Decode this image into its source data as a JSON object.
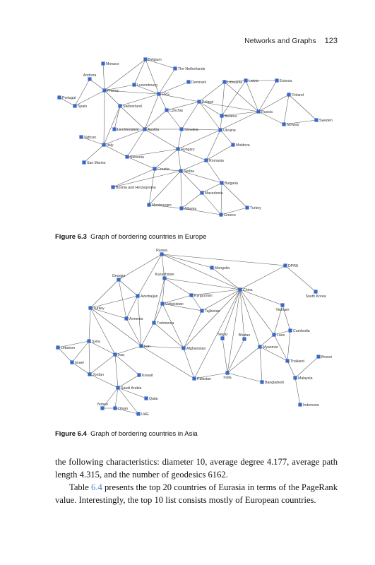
{
  "header": {
    "title": "Networks and Graphs",
    "page_number": "123"
  },
  "figures": [
    {
      "id": "fig63",
      "label": "Figure 6.3",
      "caption": "Graph of bordering countries in Europe",
      "nodes": [
        "Monaco",
        "Belgium",
        "The Netherlands",
        "Andorra",
        "Luxembourg",
        "Denmark",
        "Lithuania",
        "Latvia",
        "Estonia",
        "France",
        "Portugal",
        "FRG",
        "Finland",
        "Spain",
        "Switzerland",
        "Poland",
        "Czechia",
        "Russia",
        "Belarus",
        "Sweden",
        "Norway",
        "Liechtenstein",
        "Austria",
        "Slovakia",
        "Ukraine",
        "Vatican",
        "Italy",
        "Moldova",
        "Hungary",
        "Slovenia",
        "San Marino",
        "Romania",
        "Croatia",
        "Serbia",
        "Bosnia and Herzegovina",
        "Bulgaria",
        "Macedonia",
        "Montenegro",
        "Albania",
        "Turkey",
        "Greece"
      ],
      "edges": [
        [
          "Monaco",
          "France"
        ],
        [
          "Belgium",
          "France"
        ],
        [
          "Belgium",
          "Luxembourg"
        ],
        [
          "Belgium",
          "FRG"
        ],
        [
          "Belgium",
          "The Netherlands"
        ],
        [
          "The Netherlands",
          "FRG"
        ],
        [
          "Andorra",
          "France"
        ],
        [
          "Andorra",
          "Spain"
        ],
        [
          "Luxembourg",
          "France"
        ],
        [
          "Luxembourg",
          "FRG"
        ],
        [
          "Denmark",
          "FRG"
        ],
        [
          "France",
          "Spain"
        ],
        [
          "France",
          "Switzerland"
        ],
        [
          "France",
          "FRG"
        ],
        [
          "France",
          "Italy"
        ],
        [
          "Portugal",
          "Spain"
        ],
        [
          "FRG",
          "Switzerland"
        ],
        [
          "FRG",
          "Austria"
        ],
        [
          "FRG",
          "Czechia"
        ],
        [
          "FRG",
          "Poland"
        ],
        [
          "Switzerland",
          "Liechtenstein"
        ],
        [
          "Switzerland",
          "Austria"
        ],
        [
          "Switzerland",
          "Italy"
        ],
        [
          "Liechtenstein",
          "Austria"
        ],
        [
          "Austria",
          "Italy"
        ],
        [
          "Austria",
          "Czechia"
        ],
        [
          "Austria",
          "Slovakia"
        ],
        [
          "Austria",
          "Hungary"
        ],
        [
          "Austria",
          "Slovenia"
        ],
        [
          "Czechia",
          "Poland"
        ],
        [
          "Czechia",
          "Slovakia"
        ],
        [
          "Poland",
          "Slovakia"
        ],
        [
          "Poland",
          "Ukraine"
        ],
        [
          "Poland",
          "Belarus"
        ],
        [
          "Poland",
          "Lithuania"
        ],
        [
          "Poland",
          "Russia"
        ],
        [
          "Lithuania",
          "Latvia"
        ],
        [
          "Lithuania",
          "Belarus"
        ],
        [
          "Lithuania",
          "Russia"
        ],
        [
          "Latvia",
          "Estonia"
        ],
        [
          "Latvia",
          "Belarus"
        ],
        [
          "Latvia",
          "Russia"
        ],
        [
          "Estonia",
          "Russia"
        ],
        [
          "Finland",
          "Russia"
        ],
        [
          "Finland",
          "Norway"
        ],
        [
          "Finland",
          "Sweden"
        ],
        [
          "Norway",
          "Russia"
        ],
        [
          "Norway",
          "Sweden"
        ],
        [
          "Belarus",
          "Russia"
        ],
        [
          "Belarus",
          "Ukraine"
        ],
        [
          "Russia",
          "Ukraine"
        ],
        [
          "Slovakia",
          "Ukraine"
        ],
        [
          "Slovakia",
          "Hungary"
        ],
        [
          "Ukraine",
          "Hungary"
        ],
        [
          "Ukraine",
          "Moldova"
        ],
        [
          "Ukraine",
          "Romania"
        ],
        [
          "Moldova",
          "Romania"
        ],
        [
          "Vatican",
          "Italy"
        ],
        [
          "Italy",
          "San Marino"
        ],
        [
          "Italy",
          "Slovenia"
        ],
        [
          "Slovenia",
          "Hungary"
        ],
        [
          "Slovenia",
          "Croatia"
        ],
        [
          "Hungary",
          "Croatia"
        ],
        [
          "Hungary",
          "Serbia"
        ],
        [
          "Hungary",
          "Romania"
        ],
        [
          "Romania",
          "Serbia"
        ],
        [
          "Romania",
          "Bulgaria"
        ],
        [
          "Croatia",
          "Serbia"
        ],
        [
          "Croatia",
          "Bosnia and Herzegovina"
        ],
        [
          "Croatia",
          "Montenegro"
        ],
        [
          "Serbia",
          "Bosnia and Herzegovina"
        ],
        [
          "Serbia",
          "Montenegro"
        ],
        [
          "Serbia",
          "Albania"
        ],
        [
          "Serbia",
          "Macedonia"
        ],
        [
          "Serbia",
          "Bulgaria"
        ],
        [
          "Bulgaria",
          "Macedonia"
        ],
        [
          "Bulgaria",
          "Turkey"
        ],
        [
          "Bulgaria",
          "Greece"
        ],
        [
          "Macedonia",
          "Albania"
        ],
        [
          "Macedonia",
          "Greece"
        ],
        [
          "Montenegro",
          "Albania"
        ],
        [
          "Albania",
          "Greece"
        ],
        [
          "Greece",
          "Turkey"
        ]
      ]
    },
    {
      "id": "fig64",
      "label": "Figure 6.4",
      "caption": "Graph of bordering countries in Asia",
      "nodes": [
        "Russia",
        "Kazakhstan",
        "Mongolia",
        "DPRK",
        "Georgia",
        "China",
        "South Korea",
        "Azerbaijan",
        "Kyrgyzstan",
        "Uzbekistan",
        "Vietnam",
        "Turkey",
        "Tajikistan",
        "Armenia",
        "Turkmenia",
        "Cambodia",
        "Laos",
        "Syria",
        "Bhutan",
        "Nepal",
        "Iran",
        "Myanmar",
        "Afghanistan",
        "Lebanon",
        "Brunei",
        "Iraq",
        "Israel",
        "Thailand",
        "Jordan",
        "Kuwait",
        "Pakistan",
        "India",
        "Malaysia",
        "Bangladesh",
        "Saudi Arabia",
        "Qatar",
        "Yemen",
        "Oman",
        "UAE",
        "Indonesia"
      ],
      "edges": [
        [
          "Russia",
          "Georgia"
        ],
        [
          "Russia",
          "Azerbaijan"
        ],
        [
          "Russia",
          "Kazakhstan"
        ],
        [
          "Russia",
          "Mongolia"
        ],
        [
          "Russia",
          "China"
        ],
        [
          "Russia",
          "DPRK"
        ],
        [
          "Kazakhstan",
          "China"
        ],
        [
          "Kazakhstan",
          "Kyrgyzstan"
        ],
        [
          "Kazakhstan",
          "Uzbekistan"
        ],
        [
          "Kazakhstan",
          "Turkmenia"
        ],
        [
          "Mongolia",
          "China"
        ],
        [
          "DPRK",
          "China"
        ],
        [
          "DPRK",
          "South Korea"
        ],
        [
          "Georgia",
          "Azerbaijan"
        ],
        [
          "Georgia",
          "Turkey"
        ],
        [
          "Georgia",
          "Armenia"
        ],
        [
          "Azerbaijan",
          "Armenia"
        ],
        [
          "Azerbaijan",
          "Iran"
        ],
        [
          "Azerbaijan",
          "Turkey"
        ],
        [
          "Turkey",
          "Armenia"
        ],
        [
          "Turkey",
          "Iran"
        ],
        [
          "Turkey",
          "Syria"
        ],
        [
          "Turkey",
          "Iraq"
        ],
        [
          "Armenia",
          "Iran"
        ],
        [
          "Kyrgyzstan",
          "China"
        ],
        [
          "Kyrgyzstan",
          "Uzbekistan"
        ],
        [
          "Kyrgyzstan",
          "Tajikistan"
        ],
        [
          "Uzbekistan",
          "Tajikistan"
        ],
        [
          "Uzbekistan",
          "Turkmenia"
        ],
        [
          "Uzbekistan",
          "Afghanistan"
        ],
        [
          "Tajikistan",
          "China"
        ],
        [
          "Tajikistan",
          "Afghanistan"
        ],
        [
          "Turkmenia",
          "Iran"
        ],
        [
          "Turkmenia",
          "Afghanistan"
        ],
        [
          "China",
          "Afghanistan"
        ],
        [
          "China",
          "Pakistan"
        ],
        [
          "China",
          "India"
        ],
        [
          "China",
          "Nepal"
        ],
        [
          "China",
          "Bhutan"
        ],
        [
          "China",
          "Myanmar"
        ],
        [
          "China",
          "Laos"
        ],
        [
          "China",
          "Vietnam"
        ],
        [
          "Vietnam",
          "Laos"
        ],
        [
          "Vietnam",
          "Cambodia"
        ],
        [
          "Laos",
          "Cambodia"
        ],
        [
          "Laos",
          "Thailand"
        ],
        [
          "Laos",
          "Myanmar"
        ],
        [
          "Cambodia",
          "Thailand"
        ],
        [
          "Myanmar",
          "Thailand"
        ],
        [
          "Myanmar",
          "India"
        ],
        [
          "Myanmar",
          "Bangladesh"
        ],
        [
          "Thailand",
          "Malaysia"
        ],
        [
          "Malaysia",
          "Brunei"
        ],
        [
          "Malaysia",
          "Indonesia"
        ],
        [
          "India",
          "Pakistan"
        ],
        [
          "India",
          "Nepal"
        ],
        [
          "India",
          "Bhutan"
        ],
        [
          "India",
          "Bangladesh"
        ],
        [
          "Iran",
          "Afghanistan"
        ],
        [
          "Iran",
          "Pakistan"
        ],
        [
          "Iran",
          "Iraq"
        ],
        [
          "Afghanistan",
          "Pakistan"
        ],
        [
          "Syria",
          "Lebanon"
        ],
        [
          "Syria",
          "Israel"
        ],
        [
          "Syria",
          "Jordan"
        ],
        [
          "Syria",
          "Iraq"
        ],
        [
          "Lebanon",
          "Israel"
        ],
        [
          "Israel",
          "Jordan"
        ],
        [
          "Jordan",
          "Iraq"
        ],
        [
          "Jordan",
          "Saudi Arabia"
        ],
        [
          "Iraq",
          "Kuwait"
        ],
        [
          "Iraq",
          "Saudi Arabia"
        ],
        [
          "Kuwait",
          "Saudi Arabia"
        ],
        [
          "Saudi Arabia",
          "Qatar"
        ],
        [
          "Saudi Arabia",
          "UAE"
        ],
        [
          "Saudi Arabia",
          "Oman"
        ],
        [
          "Saudi Arabia",
          "Yemen"
        ],
        [
          "Yemen",
          "Oman"
        ],
        [
          "Oman",
          "UAE"
        ]
      ]
    }
  ],
  "body": {
    "p1": "the following characteristics: diameter 10, average degree 4.177, average path length 4.315, and the number of geodesics 6162.",
    "p2_before": "Table ",
    "p2_ref": "6.4",
    "p2_after": " presents the top 20 countries of Eurasia in terms of the PageRank value. Interestingly, the top 10 list consists mostly of European countries."
  },
  "colors": {
    "node": "#3a68c6",
    "edge": "#555555",
    "ref": "#4a86c8"
  }
}
